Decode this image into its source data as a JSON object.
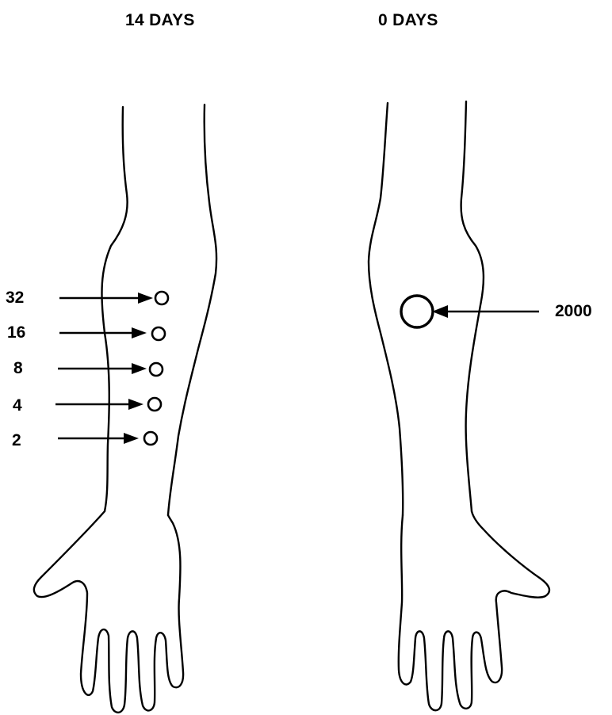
{
  "headings": {
    "left": "14 DAYS",
    "right": "0 DAYS"
  },
  "left_arm": {
    "doses": [
      "32",
      "16",
      "8",
      "4",
      "2"
    ]
  },
  "right_arm": {
    "dose": "2000"
  }
}
